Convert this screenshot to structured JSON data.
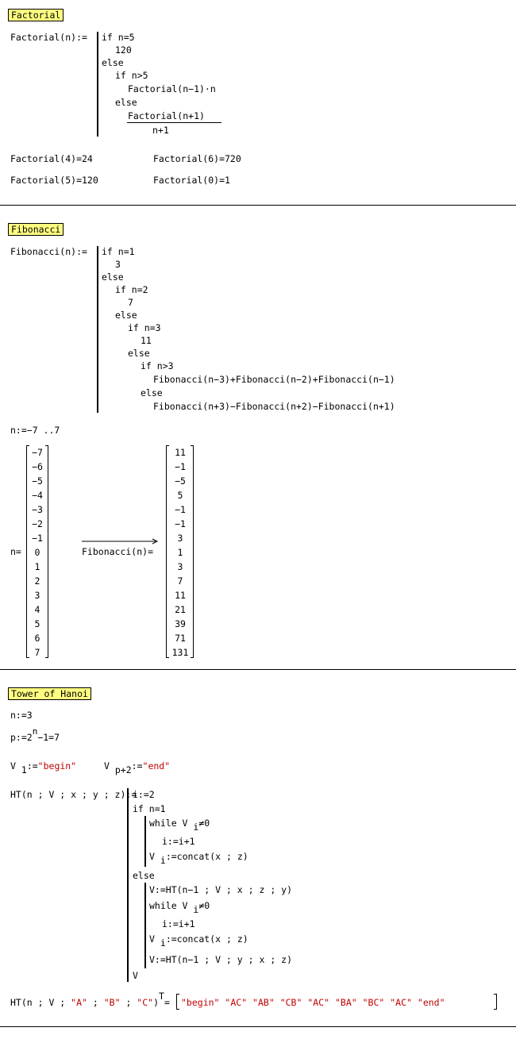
{
  "factorial": {
    "header": "Factorial",
    "def_lhs": "Factorial(n):=",
    "code": [
      "if n=5",
      "120",
      "else",
      "if n>5",
      "Factorial(n−1)·n",
      "else"
    ],
    "frac_num": "Factorial(n+1)",
    "frac_den": "n+1",
    "results": [
      "Factorial(4)=24",
      "Factorial(6)=720",
      "Factorial(5)=120",
      "Factorial(0)=1"
    ]
  },
  "fibonacci": {
    "header": "Fibonacci",
    "def_lhs": "Fibonacci(n):=",
    "code": [
      "if n=1",
      "3",
      "else",
      "if n=2",
      "7",
      "else",
      "if n=3",
      "11",
      "else",
      "if n>3",
      "Fibonacci(n−3)+Fibonacci(n−2)+Fibonacci(n−1)",
      "else",
      "Fibonacci(n+3)−Fibonacci(n+2)−Fibonacci(n+1)"
    ],
    "range_def": "n:=−7 ..7",
    "n_label": "n=",
    "n_values": [
      "−7",
      "−6",
      "−5",
      "−4",
      "−3",
      "−2",
      "−1",
      "0",
      "1",
      "2",
      "3",
      "4",
      "5",
      "6",
      "7"
    ],
    "fib_label": "Fibonacci(n)=",
    "fib_values": [
      "11",
      "−1",
      "−5",
      "5",
      "−1",
      "−1",
      "3",
      "1",
      "3",
      "7",
      "11",
      "21",
      "39",
      "71",
      "131"
    ]
  },
  "hanoi": {
    "header": "Tower of Hanoi",
    "n_def": "n:=3",
    "p_def_base": "p:=2",
    "p_def_exp": "n",
    "p_def_rest": "−1=7",
    "v1_pre": "V",
    "v1_sub": "1",
    "v1_post": ":=",
    "v1_val": "\"begin\"",
    "vp_pre": "V",
    "vp_sub": "p+2",
    "vp_post": ":=",
    "vp_val": "\"end\"",
    "ht_lhs": "HT(n ; V ; x ; y ; z):=",
    "code_i2": "i:=2",
    "code_if": "if n=1",
    "code_while1": "while V",
    "code_while_sub": "i",
    "code_while_rest": "≠0",
    "code_inc": "i:=i+1",
    "code_vi": "V",
    "code_vi_sub": "i",
    "code_concat_xz": ":=concat(x ; z)",
    "code_else": "else",
    "code_rec1": "V:=HT(n−1 ; V ; x ; z ; y)",
    "code_rec2": "V:=HT(n−1 ; V ; y ; x ; z)",
    "code_ret": "V",
    "result_lhs_pre": "HT(n ; V ; ",
    "result_args": [
      "\"A\"",
      "\"B\"",
      "\"C\""
    ],
    "result_sep": " ; ",
    "result_close": ")",
    "result_T": "T",
    "result_eq": "=",
    "result_values": [
      "\"begin\"",
      "\"AC\"",
      "\"AB\"",
      "\"CB\"",
      "\"AC\"",
      "\"BA\"",
      "\"BC\"",
      "\"AC\"",
      "\"end\""
    ]
  }
}
